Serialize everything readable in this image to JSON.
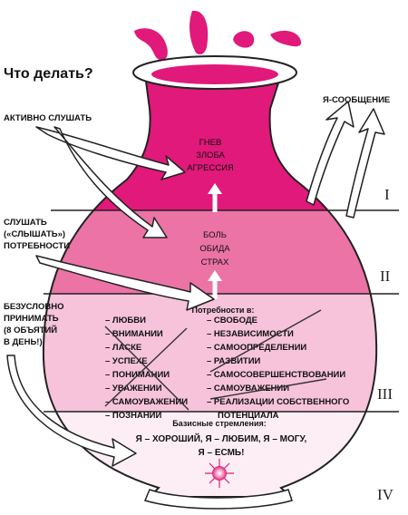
{
  "title": "Что делать?",
  "levels": {
    "one": [
      "ГНЕВ",
      "ЗЛОБА",
      "АГРЕССИЯ"
    ],
    "two": [
      "БОЛЬ",
      "ОБИДА",
      "СТРАХ"
    ],
    "needs_heading": "Потребности в:",
    "needs_left": [
      "– ЛЮБВИ",
      "– ВНИМАНИИ",
      "– ЛАСКЕ",
      "– УСПЕХЕ",
      "– ПОНИМАНИИ",
      "– УВАЖЕНИИ",
      "– САМОУВАЖЕНИИ",
      "– ПОЗНАНИИ"
    ],
    "needs_right": [
      "– СВОБОДЕ",
      "– НЕЗАВИСИМОСТИ",
      "– САМООПРЕДЕЛЕНИИ",
      "– РАЗВИТИИ",
      "– САМОСОВЕРШЕНСТВОВАНИИ",
      "– САМОУВАЖЕНИИ",
      "– РЕАЛИЗАЦИИ СОБСТВЕННОГО",
      "ПОТЕНЦИАЛА"
    ],
    "basic_heading": "Базисные стремления:",
    "basic_line1": "Я – ХОРОШИЙ, Я – ЛЮБИМ, Я – МОГУ,",
    "basic_line2": "Я – ЕСМЬ!"
  },
  "roman": [
    "I",
    "II",
    "III",
    "IV"
  ],
  "left_labels": {
    "active": "АКТИВНО СЛУШАТЬ",
    "listen": [
      "СЛУШАТЬ",
      "(«СЛЫШАТЬ»)",
      "ПОТРЕБНОСТИ"
    ],
    "accept": [
      "БЕЗУСЛОВНО",
      "ПРИНИМАТЬ",
      "(8 ОБЪЯТИЙ",
      "В ДЕНЬ!)"
    ]
  },
  "right_label": "Я-СООБЩЕНИЕ",
  "colors": {
    "deep": "#e0197a",
    "mid": "#ec73a6",
    "light": "#f6c3da",
    "pale": "#fdeef5",
    "line": "#222222"
  }
}
